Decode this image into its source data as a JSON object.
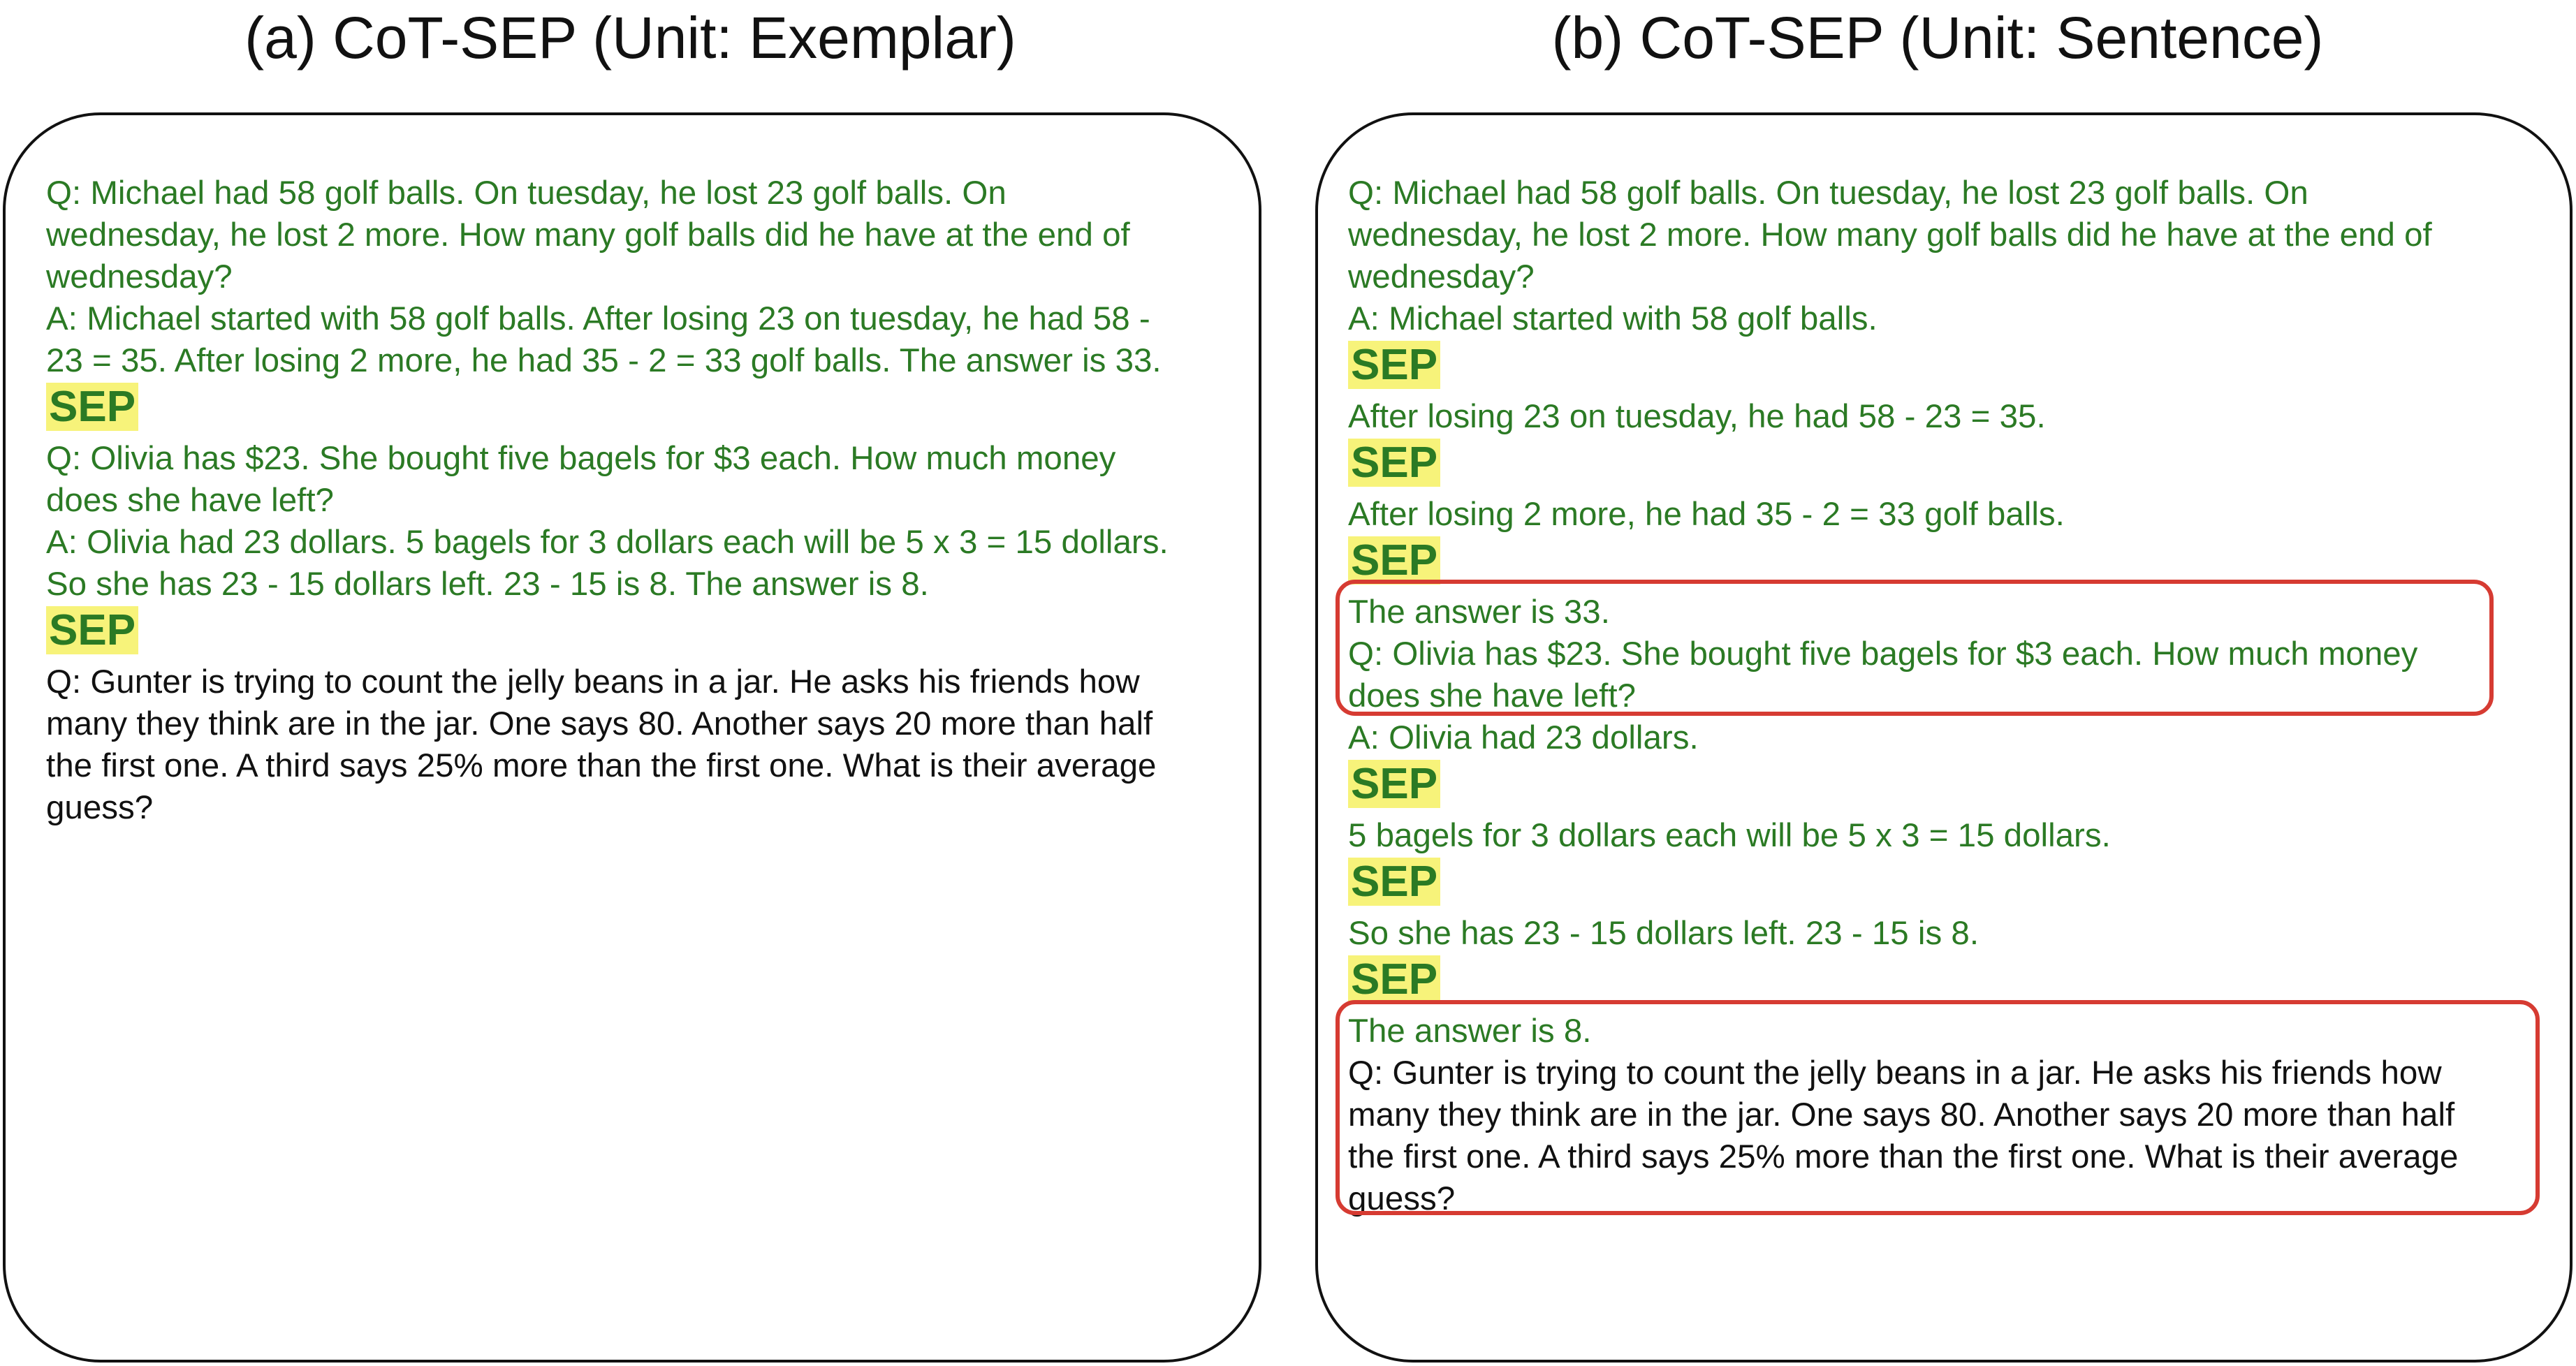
{
  "panels": [
    {
      "title": "(a) CoT-SEP (Unit: Exemplar)",
      "exemplar_q1": [
        "Q: Michael had 58 golf balls. On tuesday, he lost 23 golf balls. On",
        "wednesday, he lost 2 more. How many golf balls did he have at the end of",
        "wednesday?"
      ],
      "exemplar_a1": [
        "A: Michael started with 58 golf balls. After losing 23 on tuesday, he had 58 -",
        "23 = 35. After losing 2 more, he had 35 - 2 = 33 golf balls. The answer is 33."
      ],
      "sep_1": "SEP",
      "exemplar_q2": [
        "Q: Olivia has $23. She bought five bagels for $3 each. How much money",
        "does she have left?"
      ],
      "exemplar_a2": [
        "A: Olivia had 23 dollars. 5 bagels for 3 dollars each will be 5 x 3 = 15 dollars.",
        "So she has 23 - 15 dollars left. 23 - 15 is 8. The answer is 8."
      ],
      "sep_2": "SEP",
      "test_q": [
        "Q: Gunter is trying to count the jelly beans in a jar. He asks his friends how",
        "many they think are in the jar. One says 80. Another says 20 more than half",
        "the first one. A third says 25% more than the first one. What is their average",
        "guess?"
      ]
    },
    {
      "title": "(b) CoT-SEP (Unit: Sentence)",
      "q1": [
        "Q: Michael had 58 golf balls. On tuesday, he lost 23 golf balls. On",
        "wednesday, he lost 2 more. How many golf balls did he have at the end of",
        "wednesday?"
      ],
      "a1_s1": "A: Michael started with 58 golf balls.",
      "sep_1": "SEP",
      "a1_s2": "After losing 23 on tuesday, he had 58 - 23 = 35.",
      "sep_2": "SEP",
      "a1_s3": "After losing 2 more, he had 35 - 2 = 33 golf balls.",
      "sep_3": "SEP",
      "a1_s4": "The answer is 33.",
      "q2": [
        "Q: Olivia has $23. She bought five bagels for $3 each. How much money",
        "does she have left?"
      ],
      "a2_s1": "A: Olivia had 23 dollars.",
      "sep_4": "SEP",
      "a2_s2": "5 bagels for 3 dollars each will be 5 x 3 = 15 dollars.",
      "sep_5": "SEP",
      "a2_s3": "So she has 23 - 15 dollars left. 23 - 15 is 8.",
      "sep_6": "SEP",
      "a2_s4": "The answer is 8.",
      "test_q": [
        "Q: Gunter is trying to count the jelly beans in a jar. He asks his friends how",
        "many they think are in the jar. One says 80. Another says 20 more than half",
        "the first one. A third says 25% more than the first one. What is their average",
        "guess?"
      ]
    }
  ],
  "colors": {
    "exemplar_text": "#2b7a24",
    "question_text": "#111111",
    "sep_highlight": "#f7f37a",
    "callout_border": "#d63b32"
  }
}
